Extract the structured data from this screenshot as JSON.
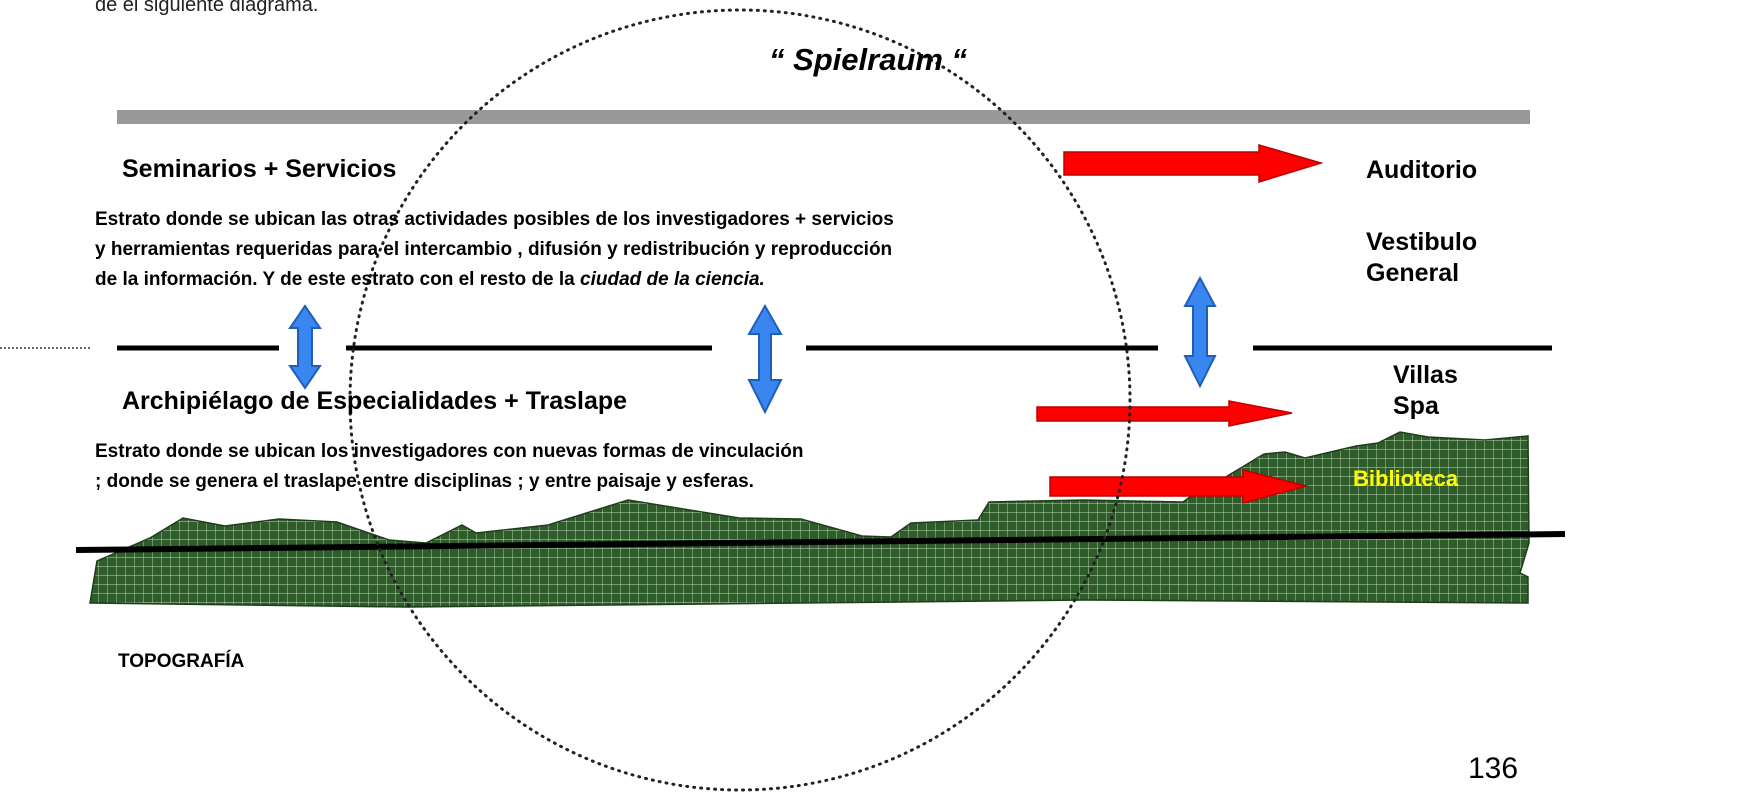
{
  "intro_text": "de el siguiente diagrama.",
  "title": "“ Spielraum “",
  "upper_stratum": {
    "heading": "Seminarios + Servicios",
    "description_lines": [
      "Estrato donde se ubican las otras actividades posibles de los investigadores + servicios",
      "y herramientas requeridas para el intercambio , difusión y  redistribución y reproducción"
    ],
    "description_last_prefix": "de la información. Y de este estrato con el resto de la ",
    "description_last_italic": "ciudad de la ciencia."
  },
  "lower_stratum": {
    "heading": "Archipiélago de Especialidades + Traslape",
    "description_lines": [
      "Estrato donde se ubican los investigadores con nuevas formas de vinculación",
      "; donde se genera el traslape entre disciplinas ; y entre paisaje y esferas."
    ]
  },
  "labels": {
    "auditorio": "Auditorio",
    "vestibulo_1": "Vestibulo",
    "vestibulo_2": "General",
    "villas": "Villas",
    "spa": "Spa",
    "biblioteca": "Biblioteca",
    "topografia": "TOPOGRAFÍA"
  },
  "page_number": "136",
  "colors": {
    "red_arrow": "#ff0000",
    "blue_arrow": "#3a86f0",
    "terrain_fill": "#2e5c2a",
    "top_bar": "#999999",
    "biblioteca_text": "#ffff00"
  }
}
